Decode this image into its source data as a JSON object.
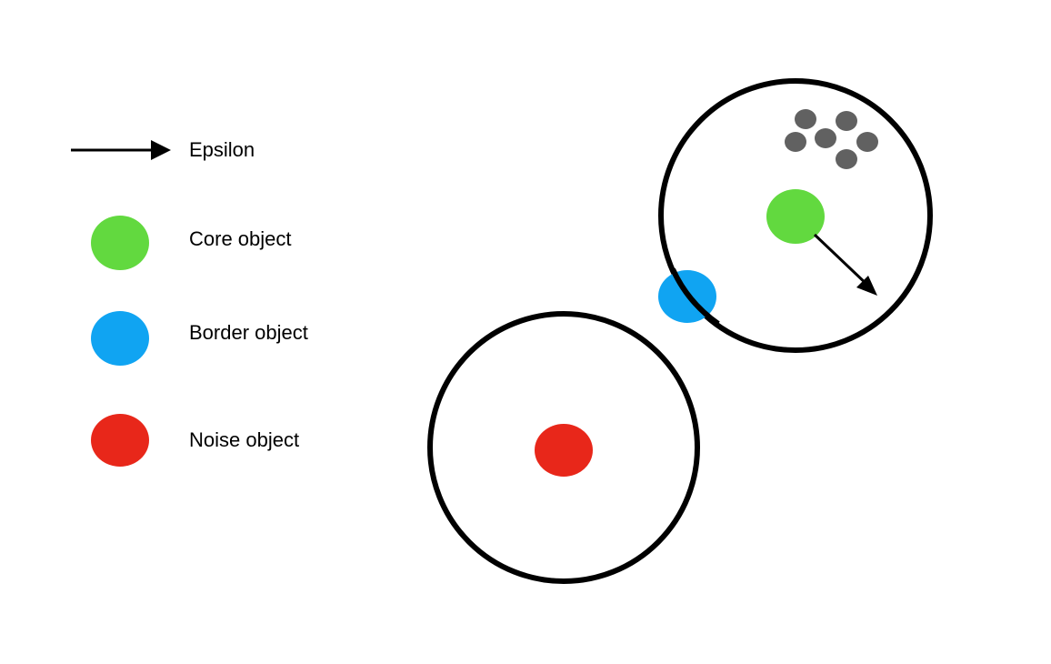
{
  "legend": {
    "items": [
      {
        "type": "arrow",
        "label": "Epsilon",
        "color": "#000000"
      },
      {
        "type": "dot",
        "label": "Core object",
        "color": "#62d93f"
      },
      {
        "type": "dot",
        "label": "Border object",
        "color": "#10a4f2"
      },
      {
        "type": "dot",
        "label": "Noise object",
        "color": "#e8271a"
      }
    ]
  },
  "colors": {
    "core": "#62d93f",
    "border": "#10a4f2",
    "noise": "#e8271a",
    "neighbor": "#616161",
    "outline": "#000000"
  }
}
